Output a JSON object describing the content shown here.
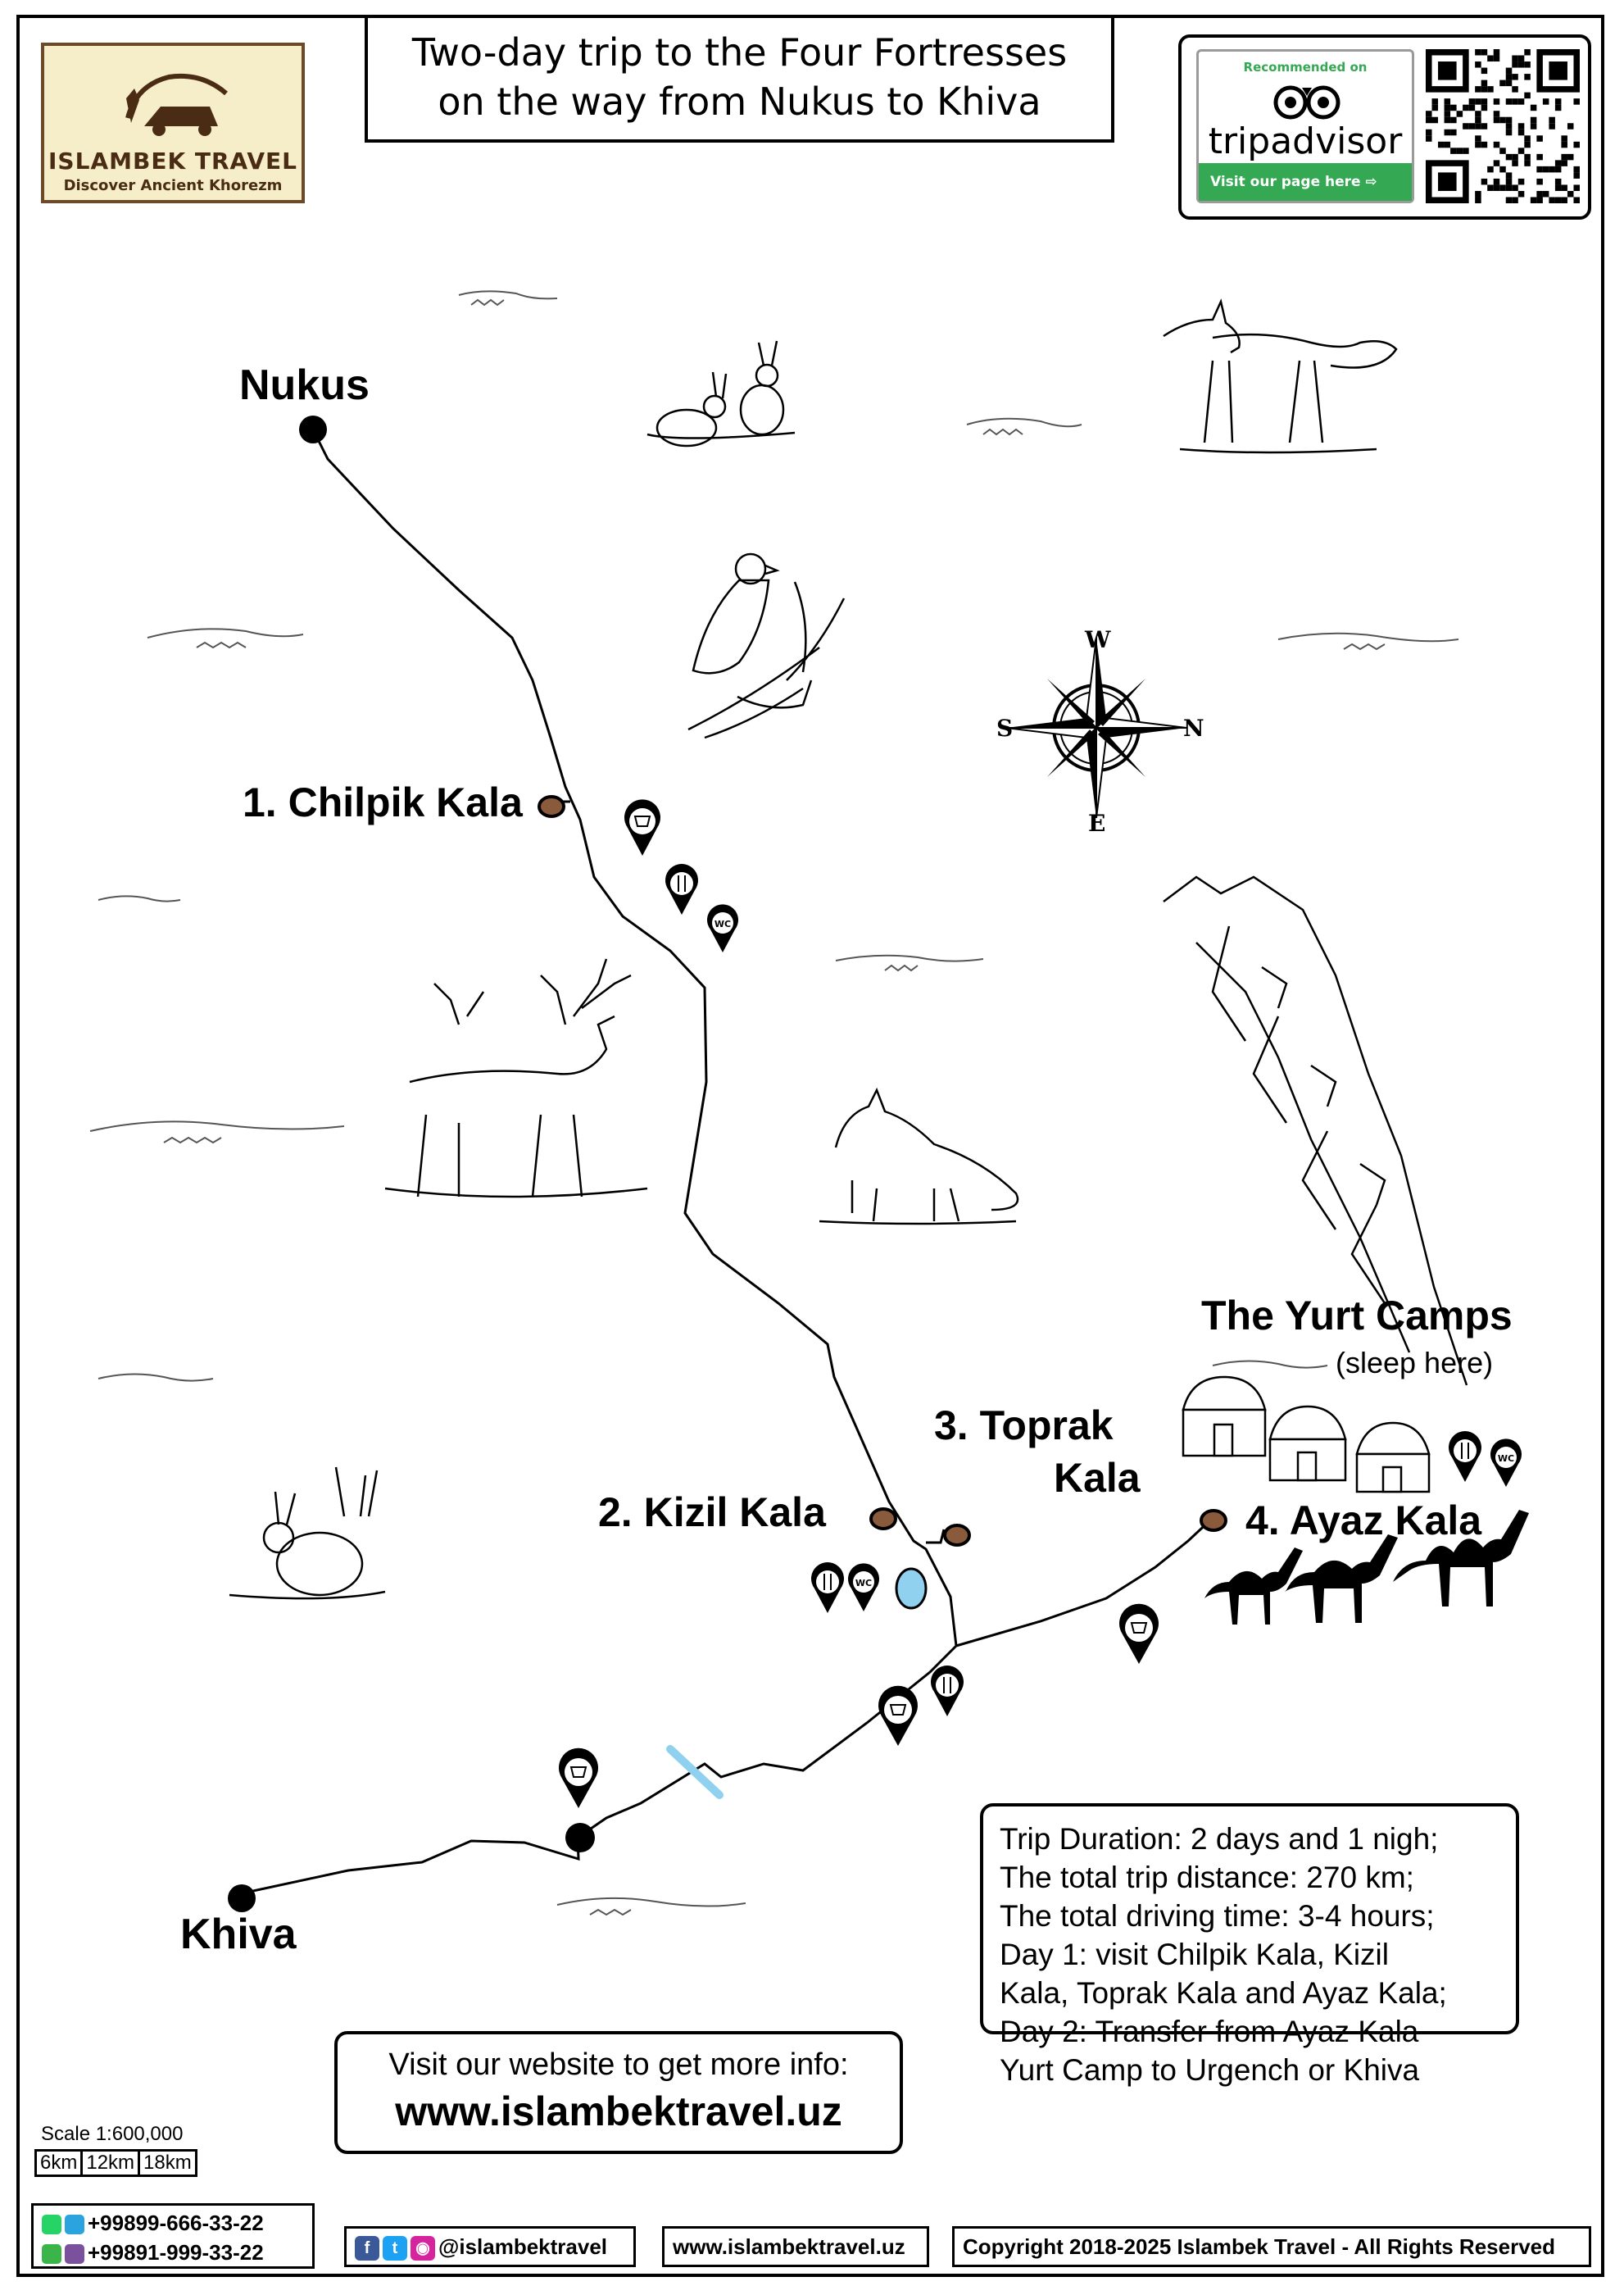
{
  "brand": {
    "name": "ISLAMBEK TRAVEL",
    "tagline": "Discover Ancient Khorezm"
  },
  "title": {
    "line1": "Two-day trip to the Four Fortresses",
    "line2": "on the way from Nukus to Khiva"
  },
  "tripadvisor": {
    "recommended": "Recommended on",
    "logo_trip": "trip",
    "logo_advisor": "advisor",
    "cta": "Visit our page here",
    "icon": "qr-code-icon"
  },
  "map": {
    "cities": {
      "start": "Nukus",
      "end": "Khiva"
    },
    "sites": [
      {
        "label": "1. Chilpik Kala"
      },
      {
        "label": "2. Kizil Kala"
      },
      {
        "label_line1": "3. Toprak",
        "label_line2": "Kala"
      },
      {
        "label": "4. Ayaz Kala"
      }
    ],
    "yurt_camps": {
      "title": "The Yurt Camps",
      "note": "(sleep here)"
    },
    "compass": {
      "n": "N",
      "s": "S",
      "e": "E",
      "w": "W"
    },
    "marker_color": "#8a5a3c",
    "water_color": "#8fd1ee",
    "pin_icons": [
      "shop-icon",
      "restaurant-icon",
      "wc-icon"
    ],
    "pin_wc_text": "WC",
    "animals": [
      "rabbits",
      "fox",
      "eagle",
      "deer",
      "fox",
      "rabbit",
      "camels"
    ]
  },
  "info": {
    "lines": [
      "Trip Duration: 2 days and 1 nigh;",
      "The total trip distance: 270 km;",
      "The total driving time: 3-4 hours;",
      "Day 1: visit Chilpik Kala, Kizil",
      "Kala, Toprak Kala and Ayaz Kala;",
      "Day 2: Transfer from Ayaz Kala",
      "Yurt Camp to Urgench or Khiva"
    ]
  },
  "website_box": {
    "label": "Visit our website to get more info:",
    "url": "www.islambektravel.uz"
  },
  "scale": {
    "label": "Scale 1:600,000",
    "ticks": [
      "6km",
      "12km",
      "18km"
    ]
  },
  "footer": {
    "phone1": "+99899-666-33-22",
    "phone2": "+99891-999-33-22",
    "social": "@islambektravel",
    "site": "www.islambektravel.uz",
    "copyright": "Copyright 2018-2025 Islambek Travel - All Rights Reserved"
  }
}
